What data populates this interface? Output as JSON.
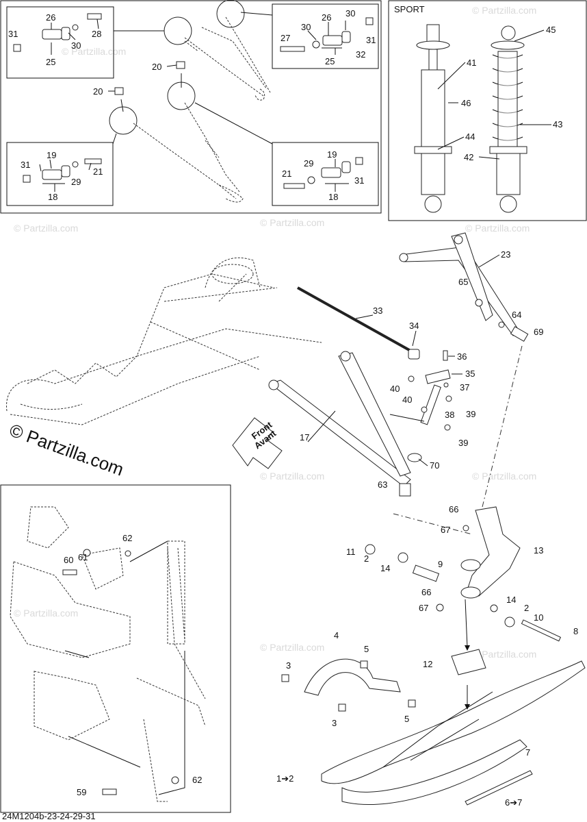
{
  "figure_code": "24M1204b-23-24-29-31",
  "watermark": "© Partzilla.com",
  "sport_label": "SPORT",
  "front_arrow": {
    "line1": "Front",
    "line2": "Avant"
  },
  "callouts": {
    "c1": "31",
    "c2": "26",
    "c3": "28",
    "c4": "30",
    "c5": "25",
    "c6": "27",
    "c7": "30",
    "c8": "26",
    "c9": "30",
    "c10": "31",
    "c11": "32",
    "c12": "25",
    "c13": "20",
    "c14": "20",
    "c15": "31",
    "c16": "19",
    "c17": "21",
    "c18": "29",
    "c19": "18",
    "c20": "21",
    "c21": "29",
    "c22": "19",
    "c23": "31",
    "c24": "18",
    "c25": "41",
    "c26": "46",
    "c27": "44",
    "c28": "45",
    "c29": "43",
    "c30": "42",
    "c31": "23",
    "c32": "65",
    "c33": "64",
    "c34": "69",
    "c35": "33",
    "c36": "34",
    "c37": "36",
    "c38": "35",
    "c39": "40",
    "c40": "37",
    "c41": "40",
    "c42": "38",
    "c43": "39",
    "c44": "39",
    "c45": "17",
    "c46": "70",
    "c47": "63",
    "c48": "66",
    "c49": "67",
    "c50": "13",
    "c51": "11",
    "c52": "2",
    "c53": "14",
    "c54": "9",
    "c55": "66",
    "c56": "67",
    "c57": "14",
    "c58": "2",
    "c59": "10",
    "c60": "8",
    "c61": "4",
    "c62": "5",
    "c63": "12",
    "c64": "3",
    "c65": "3",
    "c66": "5",
    "c67": "7",
    "c68": "1➔2",
    "c69": "6➔7",
    "c70": "62",
    "c71": "60",
    "c72": "61",
    "c73": "59",
    "c74": "62"
  }
}
